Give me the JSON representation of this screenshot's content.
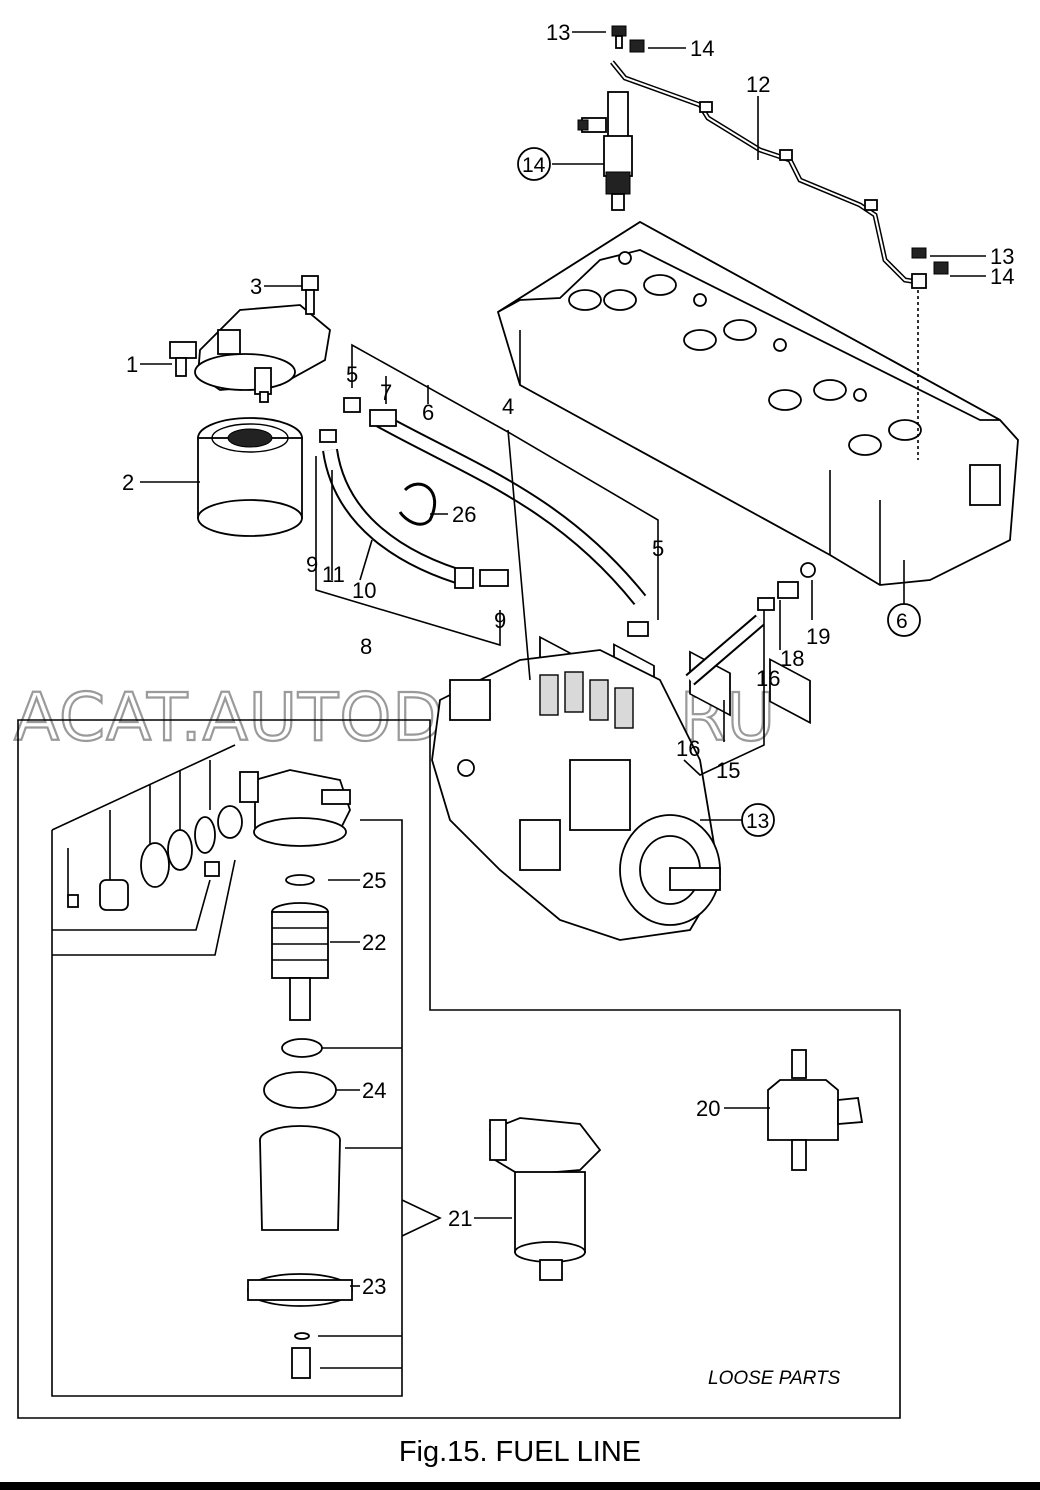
{
  "figure": {
    "caption": "Fig.15.  FUEL LINE",
    "watermark": "ACAT.AUTODEALER.RU",
    "loose_parts_label": "LOOSE PARTS"
  },
  "callouts": [
    {
      "id": "c13a",
      "text": "13"
    },
    {
      "id": "c14a",
      "text": "14"
    },
    {
      "id": "c12",
      "text": "12"
    },
    {
      "id": "c14b",
      "text": "14"
    },
    {
      "id": "c13b",
      "text": "13"
    },
    {
      "id": "c14c",
      "text": "14"
    },
    {
      "id": "c3",
      "text": "3"
    },
    {
      "id": "c1",
      "text": "1"
    },
    {
      "id": "c5a",
      "text": "5"
    },
    {
      "id": "c7",
      "text": "7"
    },
    {
      "id": "c6a",
      "text": "6"
    },
    {
      "id": "c4",
      "text": "4"
    },
    {
      "id": "c2",
      "text": "2"
    },
    {
      "id": "c26",
      "text": "26"
    },
    {
      "id": "c9a",
      "text": "9"
    },
    {
      "id": "c11",
      "text": "11"
    },
    {
      "id": "c10",
      "text": "10"
    },
    {
      "id": "c8",
      "text": "8"
    },
    {
      "id": "c9b",
      "text": "9"
    },
    {
      "id": "c5b",
      "text": "5"
    },
    {
      "id": "c6b",
      "text": "6"
    },
    {
      "id": "c19",
      "text": "19"
    },
    {
      "id": "c18",
      "text": "18"
    },
    {
      "id": "c16a",
      "text": "16"
    },
    {
      "id": "c16b",
      "text": "16"
    },
    {
      "id": "c15",
      "text": "15"
    },
    {
      "id": "c13c",
      "text": "13"
    },
    {
      "id": "c25",
      "text": "25"
    },
    {
      "id": "c22",
      "text": "22"
    },
    {
      "id": "c24",
      "text": "24"
    },
    {
      "id": "c20",
      "text": "20"
    },
    {
      "id": "c21",
      "text": "21"
    },
    {
      "id": "c23",
      "text": "23"
    }
  ]
}
